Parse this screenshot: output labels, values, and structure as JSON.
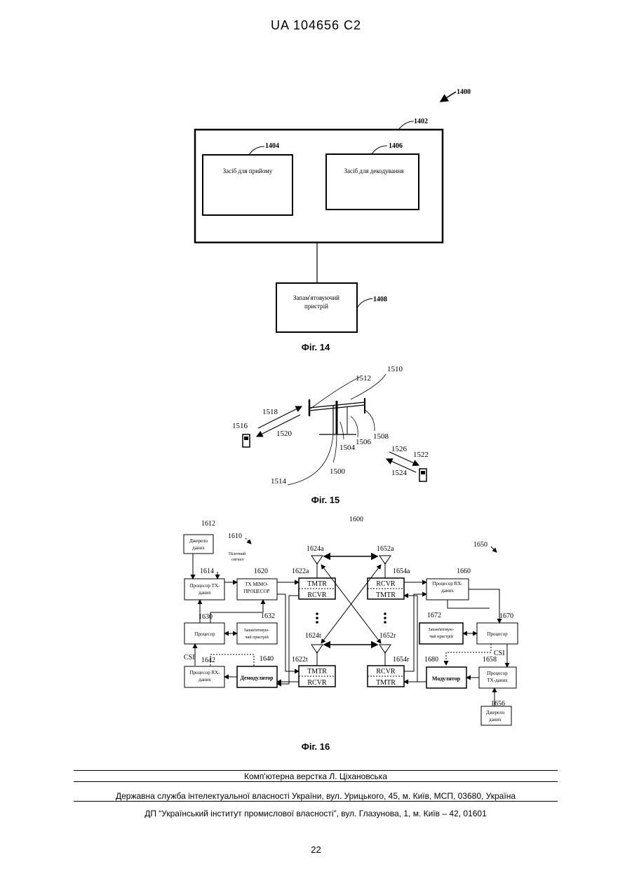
{
  "header": {
    "patent_number": "UA   104656   C2"
  },
  "fig14": {
    "caption": "Фіг. 14",
    "ref_main": "1400",
    "ref_box": "1402",
    "ref_receive": "1404",
    "ref_decode": "1406",
    "ref_memory": "1408",
    "receive_label": "Засіб для прийому",
    "decode_label": "Засіб для декодування",
    "memory_label_line1": "Запам'ятовуючий",
    "memory_label_line2": "пристрій"
  },
  "fig15": {
    "caption": "Фіг. 15",
    "refs": [
      "1510",
      "1512",
      "1518",
      "1516",
      "1520",
      "1508",
      "1506",
      "1504",
      "1500",
      "1514",
      "1526",
      "1522",
      "1524"
    ]
  },
  "fig16": {
    "caption": "Фіг. 16",
    "ref_system": "1600",
    "ref_left": "1610",
    "ref_right": "1650",
    "pilot_label_line1": "Пілотний",
    "pilot_label_line2": "сигнал",
    "csi_label": "CSI",
    "left_blocks": {
      "source_ref": "1612",
      "source_l1": "Джерело",
      "source_l2": "даних",
      "txproc_ref": "1614",
      "txproc_l1": "Процесор ТХ-",
      "txproc_l2": "даних",
      "mimo_ref": "1620",
      "mimo_l1": "ТХ MIMO-",
      "mimo_l2": "ПРОЦЕСОР",
      "proc_ref": "1630",
      "proc_label": "Процесор",
      "mem_ref": "1632",
      "mem_l1": "Запам'ятовую-",
      "mem_l2": "чий пристрій",
      "rxproc_ref": "1642",
      "rxproc_l1": "Процесор RX-",
      "rxproc_l2": "даних",
      "demod_ref": "1640",
      "demod_label": "Демодулятор",
      "tmtr_top_ref": "1622a",
      "tmtr_bot_ref": "1622t",
      "ant_top_ref": "1624a",
      "ant_bot_ref": "1624t",
      "tmtr": "TMTR",
      "rcvr": "RCVR"
    },
    "right_blocks": {
      "rxproc_ref": "1660",
      "rxproc_l1": "Процесор RX-",
      "rxproc_l2": "даних",
      "proc_ref": "1670",
      "proc_label": "Процесор",
      "mem_ref": "1672",
      "mem_l1": "Запам'ятовую-",
      "mem_l2": "чий пристрій",
      "mod_ref": "1680",
      "mod_label": "Модулятор",
      "txproc_ref": "1658",
      "txproc_l1": "Процесор",
      "txproc_l2": "ТХ-даних",
      "source_ref": "1656",
      "source_l1": "Джерело",
      "source_l2": "даних",
      "rcvr_top_ref": "1654a",
      "rcvr_bot_ref": "1654r",
      "ant_top_ref": "1652a",
      "ant_bot_ref": "1652r",
      "rcvr": "RCVR",
      "tmtr": "TMTR"
    }
  },
  "footer": {
    "typesetter": "Комп'ютерна верстка Л. Ціхановська",
    "agency": "Державна служба інтелектуальної власності України, вул. Урицького, 45, м. Київ, МСП, 03680, Україна",
    "institute": "ДП “Український інститут промислової власності”, вул. Глазунова, 1, м. Київ – 42, 01601"
  },
  "page_number": "22"
}
